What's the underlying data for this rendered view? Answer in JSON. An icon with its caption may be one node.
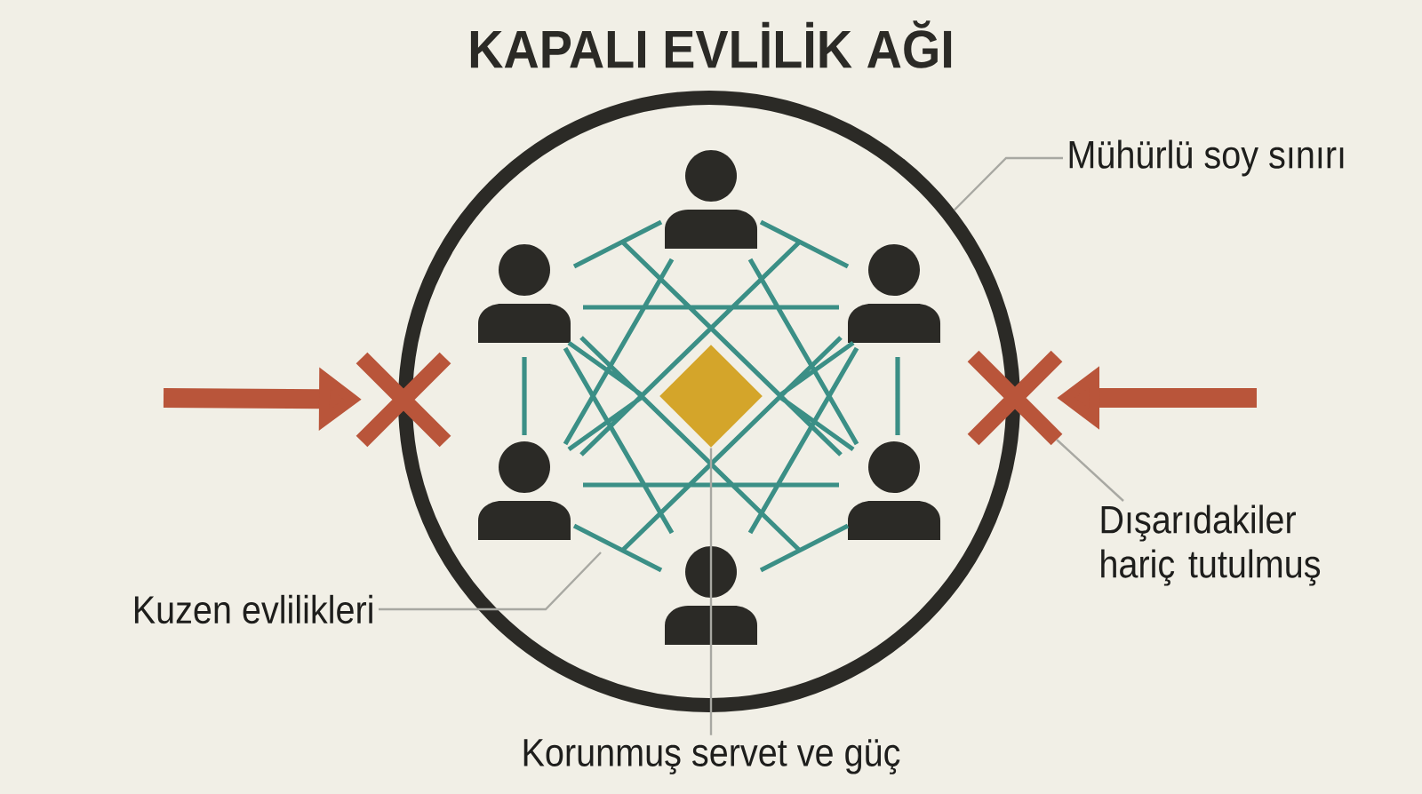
{
  "diagram": {
    "title": "KAPALI EVLİLİK AĞI",
    "nodes": [
      {
        "text": [],
        "shape": "circle"
      },
      {
        "text": [],
        "shape": "network",
        "in": 0
      },
      {
        "text": [
          "Mühürlü soy sınırı"
        ]
      },
      {
        "text": [],
        "shape": "cross"
      },
      {
        "text": [],
        "shape": "cross"
      },
      {
        "text": [],
        "shape": "diamond",
        "in": 1
      },
      {
        "text": [
          "Dışarıdakiler hariç tutulmuş"
        ]
      },
      {
        "text": [
          "Kuzen evlilikleri"
        ]
      },
      {
        "text": [
          "Korunmuş servet ve güç"
        ]
      }
    ],
    "edges": [
      {
        "from": null,
        "to": 3,
        "arrow": "to",
        "style": "thick",
        "color": "#b9553a"
      },
      {
        "from": null,
        "to": 4,
        "arrow": "to",
        "style": "thick",
        "color": "#b9553a"
      },
      {
        "from": 2,
        "to": 0,
        "arrow": "none"
      },
      {
        "from": 6,
        "to": 4,
        "arrow": "none"
      },
      {
        "from": 7,
        "to": 1,
        "arrow": "none"
      },
      {
        "from": 8,
        "to": 5,
        "arrow": "none"
      }
    ]
  }
}
